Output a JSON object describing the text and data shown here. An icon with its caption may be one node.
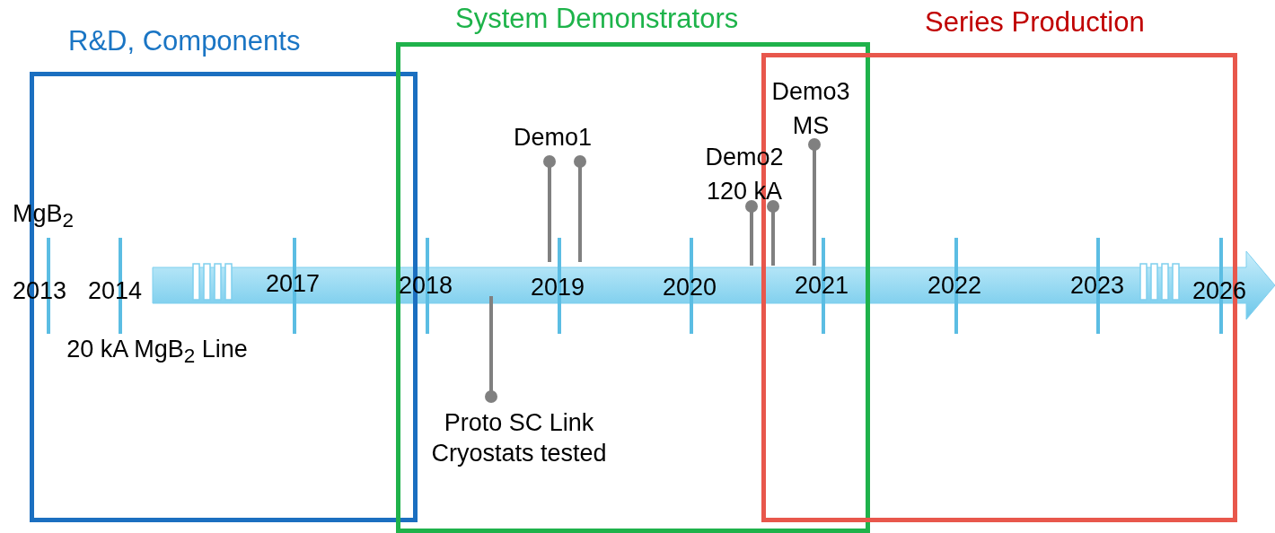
{
  "diagram": {
    "nodes": [
      {
        "text": [
          "R&D, Components"
        ]
      },
      {
        "text": [
          "System Demonstrators"
        ]
      },
      {
        "text": [
          "Series Production"
        ]
      }
    ],
    "labels": [
      "Demo3 MS",
      "Demo1",
      "Demo2 120 kA",
      "MgB$_{2}$",
      "2013",
      "2014",
      "2017",
      "2018",
      "2019",
      "2020",
      "2021",
      "2022",
      "2023",
      "2026",
      "20 kA MgB$_{2}$ Line",
      "Proto SC Link Cryostats tested"
    ]
  }
}
